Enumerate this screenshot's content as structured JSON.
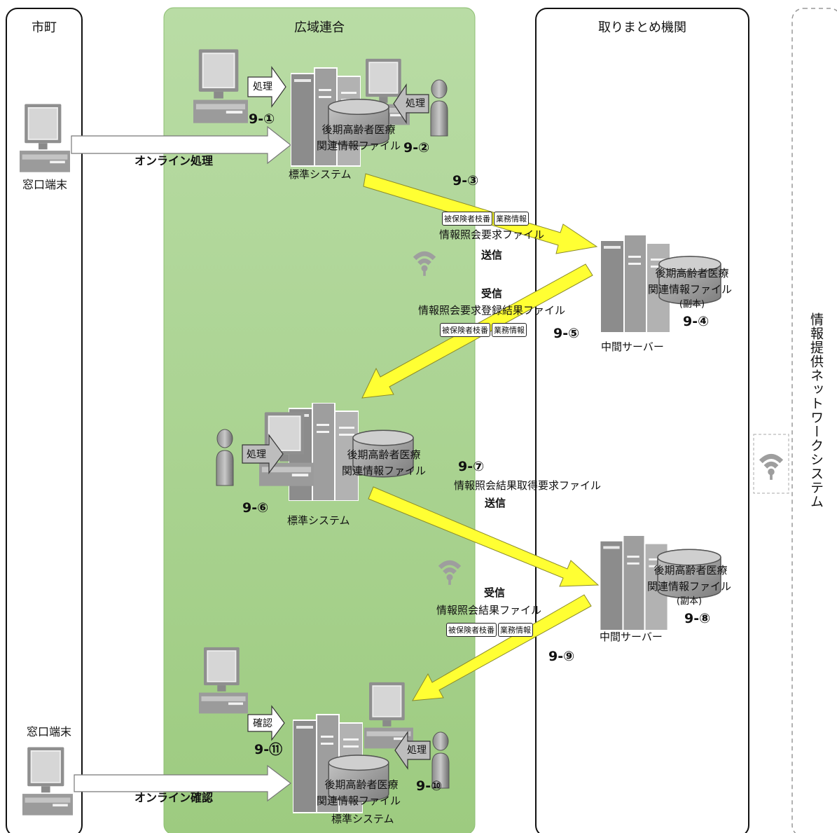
{
  "lanes": {
    "city": "市町",
    "union": "広域連合",
    "agg": "取りまとめ機関",
    "network": "情報提供ネットワークシステム"
  },
  "terminal_label": "窓口端末",
  "terminal_label_bottom": "窓口端末",
  "online_process": "オンライン処理",
  "online_confirm": "オンライン確認",
  "std_system_1": "標準システム",
  "std_system_2": "標準システム",
  "std_system_3": "標準システム",
  "proc_1": "処理",
  "proc_2": "処理",
  "proc_3": "処理",
  "proc_4": "処理",
  "confirm": "確認",
  "db_line1_a": "後期高齢者医療",
  "db_line2_a": "関連情報ファイル",
  "db_line1_b": "後期高齢者医療",
  "db_line2_b": "関連情報ファイル",
  "db_line1_c": "後期高齢者医療",
  "db_line2_c": "関連情報ファイル",
  "db_line1_d": "後期高齢者医療",
  "db_line2_d": "関連情報ファイル",
  "db_line3_d": "(副本)",
  "db_line1_e": "後期高齢者医療",
  "db_line2_e": "関連情報ファイル",
  "db_line3_e": "(副本)",
  "middle_server_1": "中間サーバー",
  "middle_server_2": "中間サーバー",
  "steps": {
    "s1": "9-①",
    "s2": "9-②",
    "s3": "9-③",
    "s4": "9-④",
    "s5": "9-⑤",
    "s6": "9-⑥",
    "s7": "9-⑦",
    "s8": "9-⑧",
    "s9": "9-⑨",
    "s10": "9-⑩",
    "s11": "9-⑪"
  },
  "tags": {
    "t1": "被保険者枝番",
    "t2": "業務情報"
  },
  "files": {
    "req": "情報照会要求ファイル",
    "reg_result": "情報照会要求登録結果ファイル",
    "get_req": "情報照会結果取得要求ファイル",
    "result": "情報照会結果ファイル"
  },
  "send": "送信",
  "recv": "受信",
  "colors": {
    "union_bg": "#a9d08e",
    "arrow": "#ffff33",
    "device": "#9a9a9a"
  }
}
